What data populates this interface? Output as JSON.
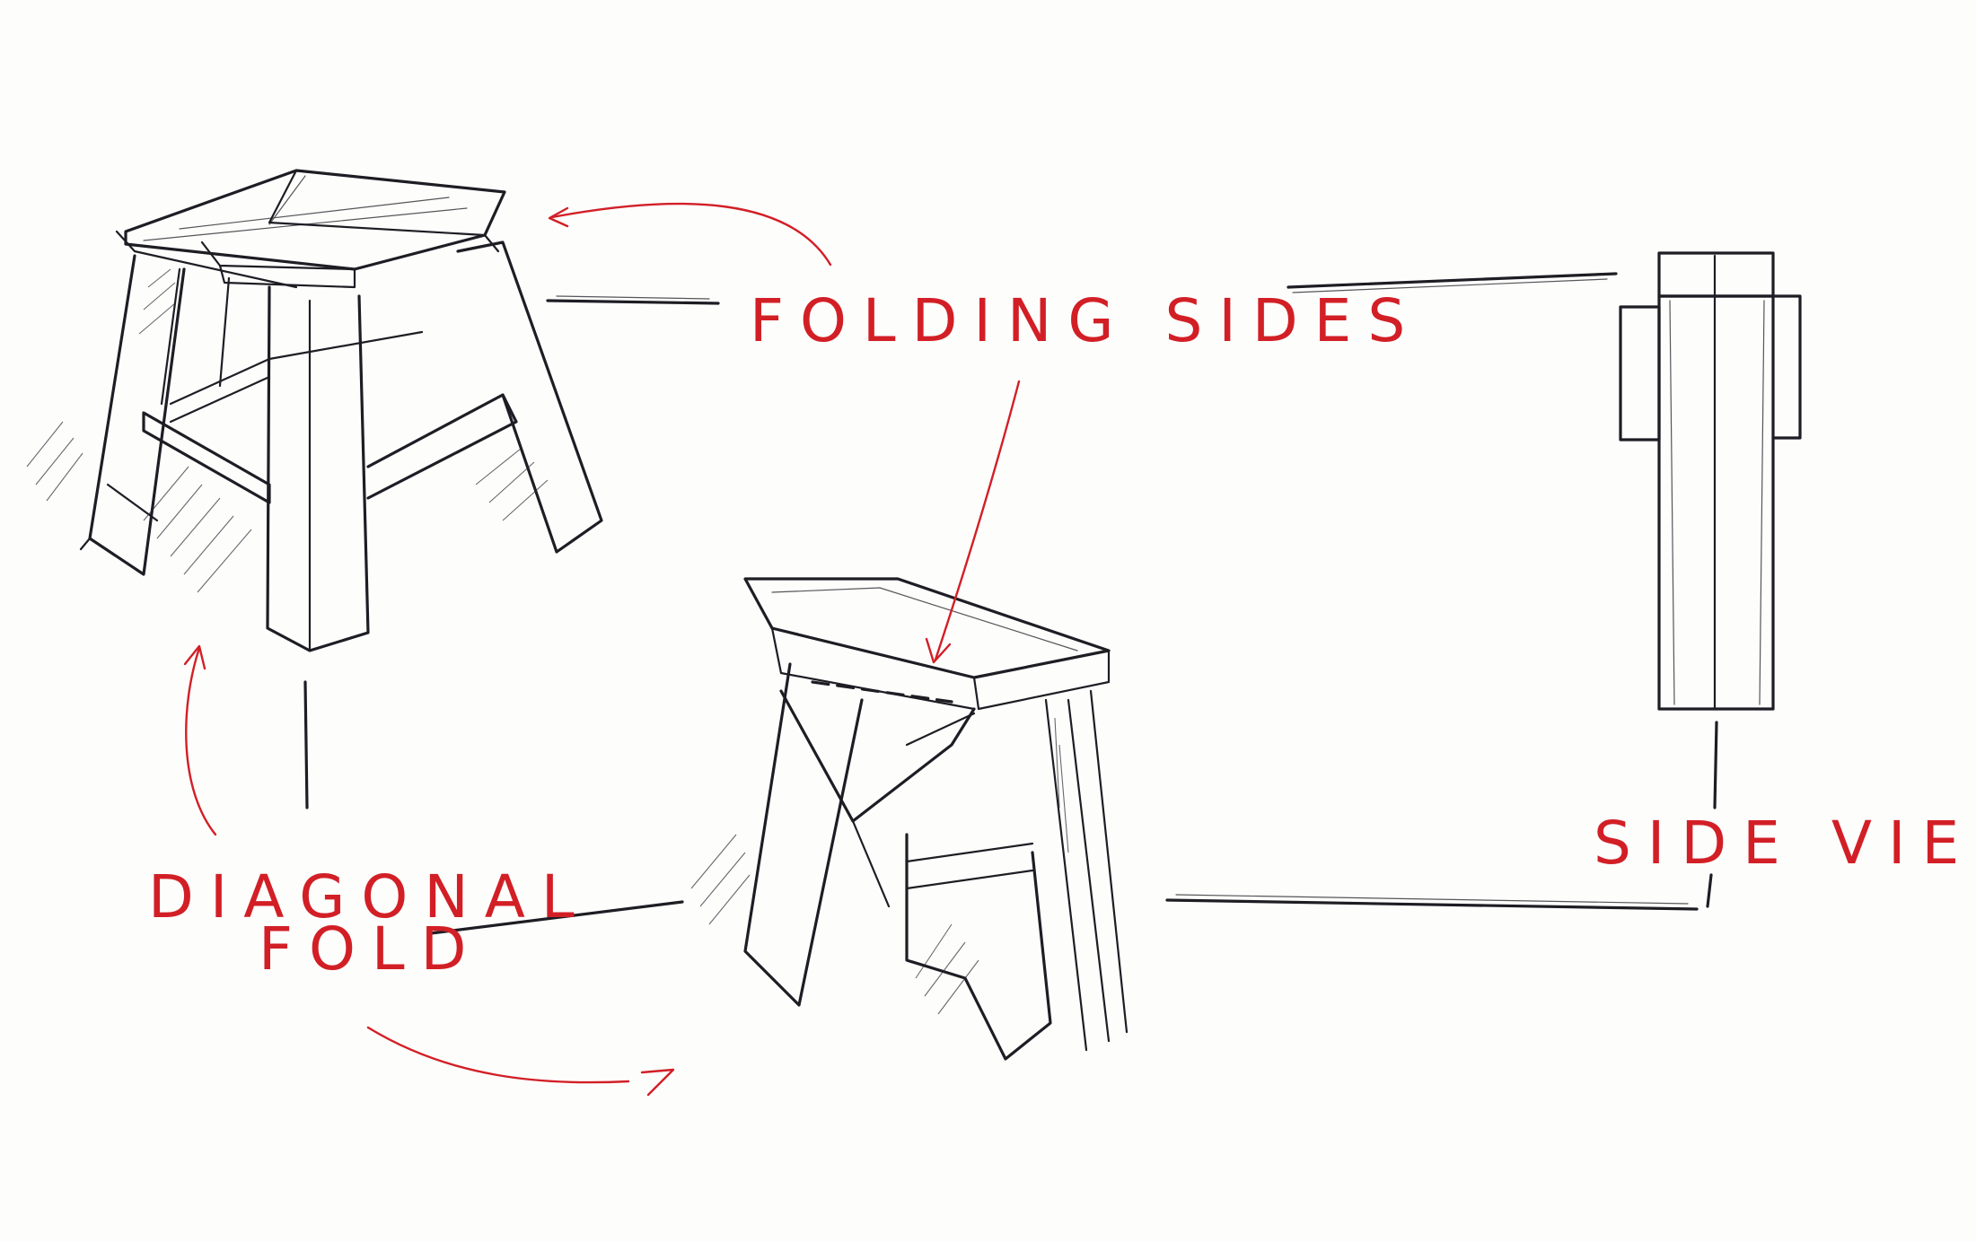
{
  "annotations": {
    "folding_sides": "FOLDING SIDES",
    "side_view": "SIDE VIEW",
    "diagonal": "DIAGONAL",
    "fold": "FOLD"
  },
  "colors": {
    "ink": "#1d1d24",
    "annotation_red": "#d21f26",
    "paper": "#fdfdfc"
  }
}
